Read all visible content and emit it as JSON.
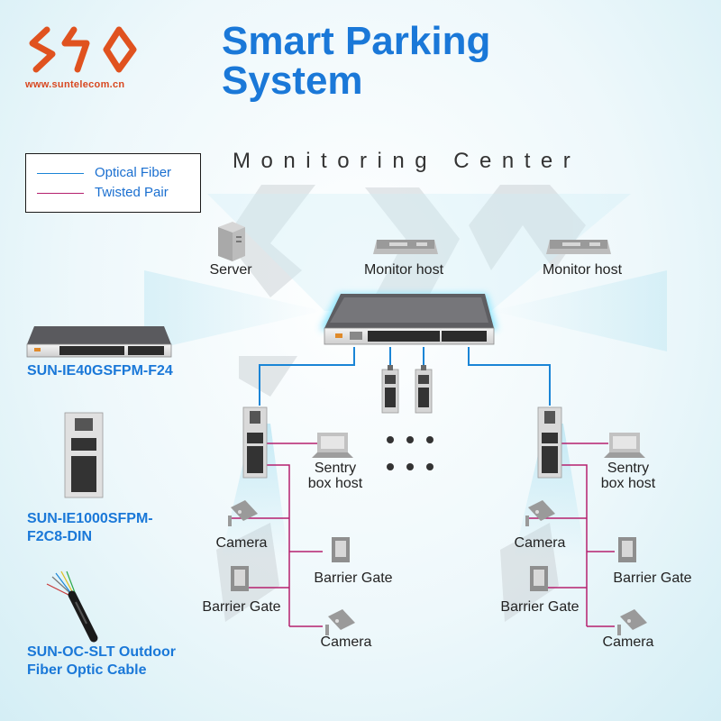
{
  "brand": {
    "url": "www.suntelecom.cn",
    "color": "#e0521f"
  },
  "title": {
    "line1": "Smart Parking",
    "line2": "System",
    "color": "#1a78d8"
  },
  "subtitle": "Monitoring Center",
  "legend": {
    "items": [
      {
        "label": "Optical Fiber",
        "color": "#1a85d6"
      },
      {
        "label": "Twisted Pair",
        "color": "#b5206e"
      }
    ]
  },
  "center": {
    "devices": [
      {
        "label": "Server",
        "icon": "server-icon"
      },
      {
        "label": "Monitor host",
        "icon": "monitor-host-icon"
      },
      {
        "label": "Monitor host",
        "icon": "monitor-host-icon"
      }
    ],
    "core_switch": "rack-switch-icon"
  },
  "sites": [
    {
      "sentry": "Sentry\nbox host",
      "camera_top": "Camera",
      "gate_right": "Barrier Gate",
      "gate_left": "Barrier Gate",
      "camera_bottom": "Camera"
    },
    {
      "sentry": "Sentry\nbox host",
      "camera_top": "Camera",
      "gate_right": "Barrier Gate",
      "gate_left": "Barrier Gate",
      "camera_bottom": "Camera"
    }
  ],
  "products": [
    {
      "name": "SUN-IE40GSFPM-F24",
      "icon": "rack-switch-icon"
    },
    {
      "name": "SUN-IE1000SFPM-\nF2C8-DIN",
      "icon": "din-switch-icon"
    },
    {
      "name": "SUN-OC-SLT Outdoor\nFiber Optic Cable",
      "icon": "fiber-cable-icon"
    }
  ]
}
